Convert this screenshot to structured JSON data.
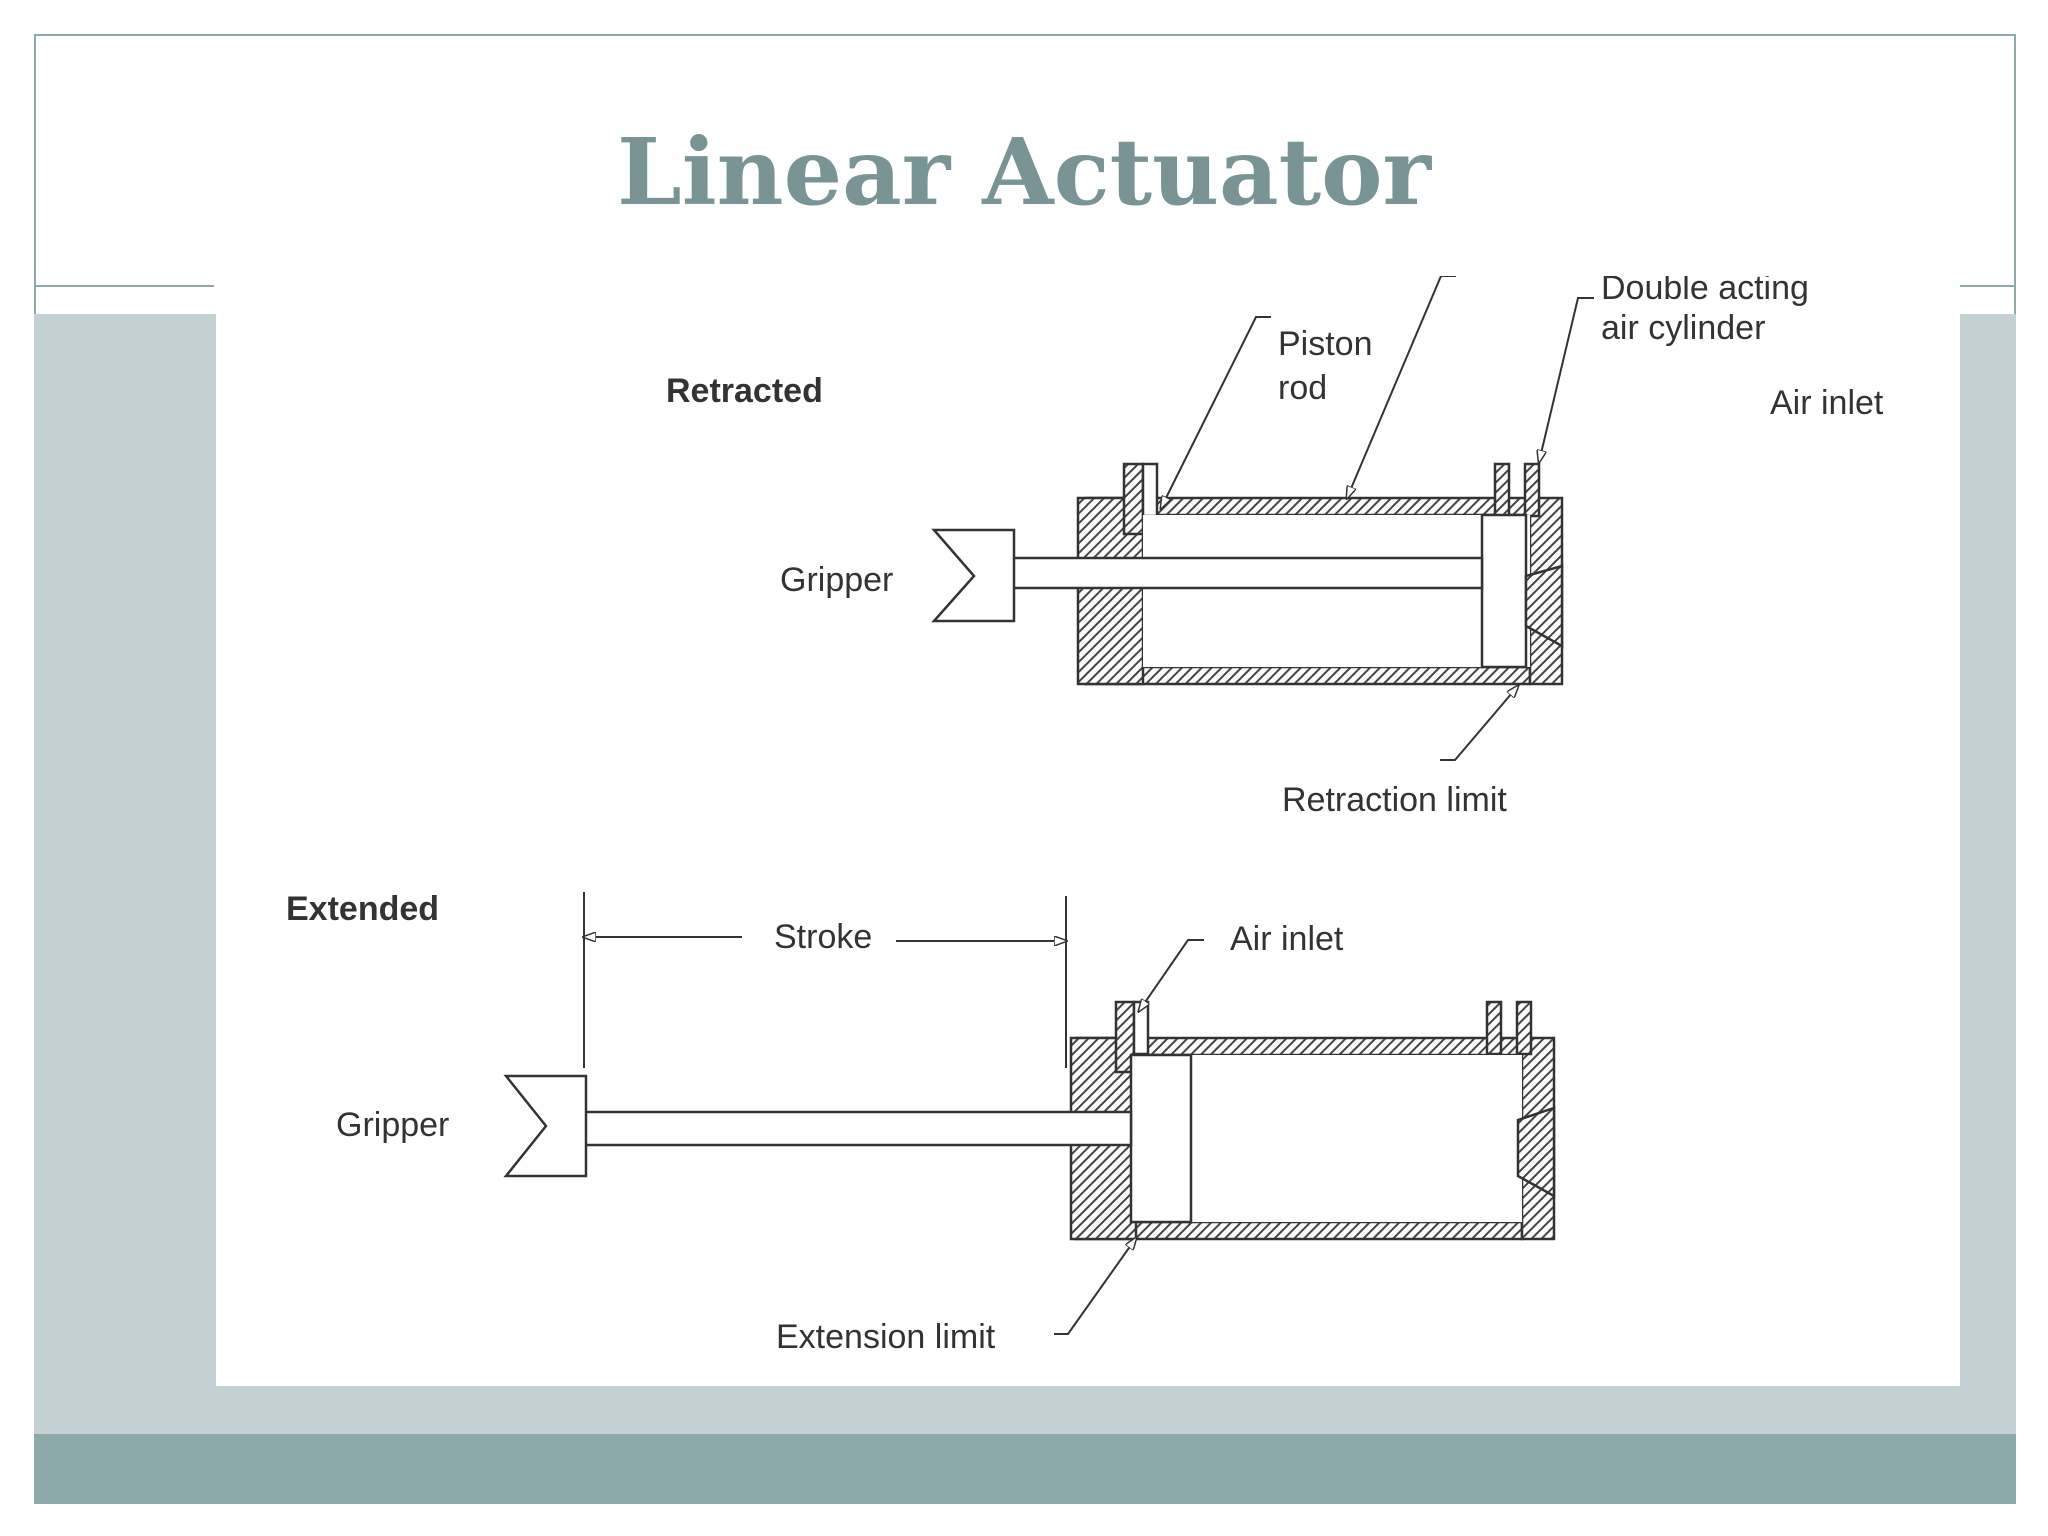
{
  "title": "Linear Actuator",
  "colors": {
    "accent": "#789494",
    "band": "#c3d0d4",
    "footer": "#8daaaa",
    "hatch": "#555555"
  },
  "retracted": {
    "heading": "Retracted",
    "gripper": "Gripper",
    "piston_rod_1": "Piston",
    "piston_rod_2": "rod",
    "cylinder_1": "Double acting",
    "cylinder_2": "air cylinder",
    "air_inlet": "Air inlet",
    "retraction_limit": "Retraction limit"
  },
  "extended": {
    "heading": "Extended",
    "stroke": "Stroke",
    "air_inlet": "Air inlet",
    "gripper": "Gripper",
    "extension_limit": "Extension limit"
  }
}
